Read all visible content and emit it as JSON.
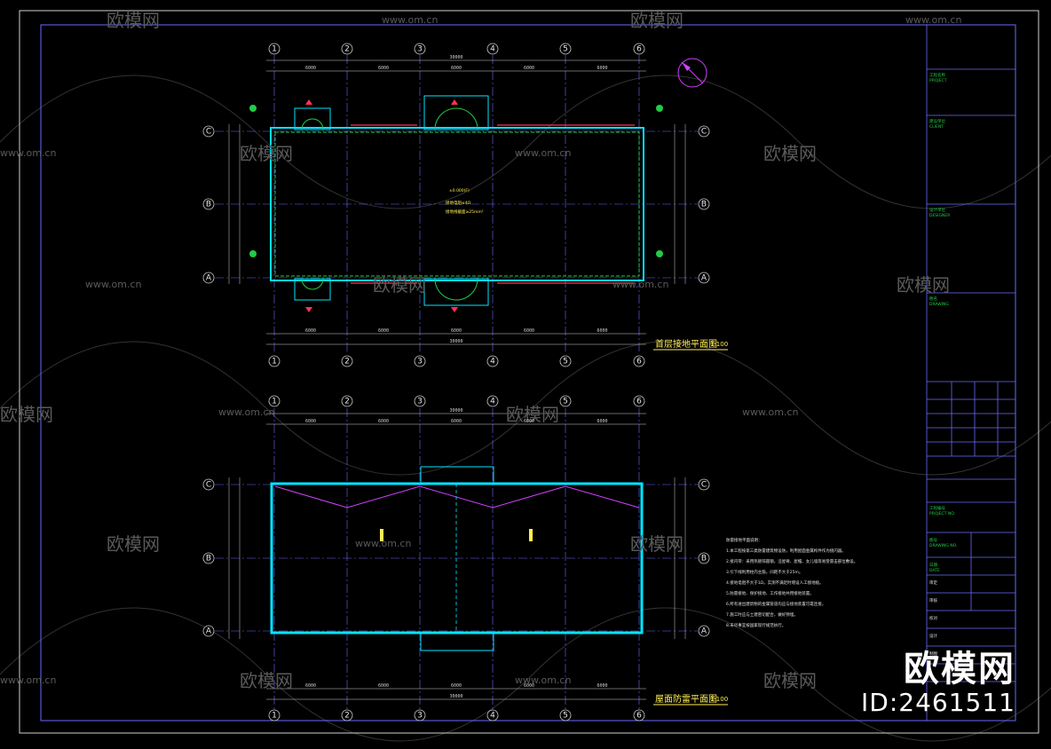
{
  "watermark": {
    "brand_cn": "欧模网",
    "site": "www.om.cn"
  },
  "brand_badge": {
    "logo": "欧模网",
    "id": "ID:2461511"
  },
  "plan_top": {
    "title": "首层接地平面图",
    "scale": "1:100",
    "axes_x": [
      "1",
      "2",
      "3",
      "4",
      "5",
      "6"
    ],
    "axes_y": [
      "C",
      "B",
      "A"
    ],
    "overall_dim": "30000",
    "bay_dims": [
      "6000",
      "6000",
      "6000",
      "6000",
      "6000"
    ],
    "center_text": [
      "±0.000(F)",
      "接地电阻≤4Ω",
      "接地线截面≥25mm²"
    ]
  },
  "plan_bottom": {
    "title": "屋面防雷平面图",
    "scale": "1:100",
    "axes_x": [
      "1",
      "2",
      "3",
      "4",
      "5",
      "6"
    ],
    "axes_y": [
      "C",
      "B",
      "A"
    ],
    "overall_dim": "30000",
    "bay_dims": [
      "6000",
      "6000",
      "6000",
      "6000",
      "6000"
    ]
  },
  "notes": {
    "title": "防雷接地平面说明：",
    "lines": [
      "1.本工程按第三类防雷建筑物设防，利用屋面金属构件作为接闪器。",
      "2.接闪带：采用热镀锌圆钢，沿屋脊、屋檐、女儿墙等易受雷击部位敷设。",
      "3.引下线利用柱内主筋，间距不大于25m。",
      "4.接地电阻不大于1Ω，实测不满足时增设人工接地极。",
      "5.防雷接地、保护接地、工作接地共用接地装置。",
      "6.所有进出建筑物的金属管道均应与接地装置可靠连接。",
      "7.施工时应与土建密切配合，做好预埋。",
      "8.未尽事宜按国家现行规范执行。"
    ]
  },
  "title_block": {
    "rows": [
      "工程名称",
      "PROJECT",
      "建设单位",
      "CLIENT",
      "设计单位",
      "DESIGNER",
      "图名",
      "DRAWING",
      "工程编号",
      "PROJECT NO.",
      "图号",
      "DRAWING NO.",
      "日期",
      "DATE",
      "审定",
      "审核",
      "校对",
      "设计",
      "制图"
    ]
  },
  "colors": {
    "axis_line": "#6a6aff",
    "wall": "#00e5ff",
    "dim": "#d0d0d0",
    "accent_yellow": "#ffee55",
    "green": "#22cc44",
    "magenta": "#d040ff",
    "watermark": "#5a5a5a"
  }
}
